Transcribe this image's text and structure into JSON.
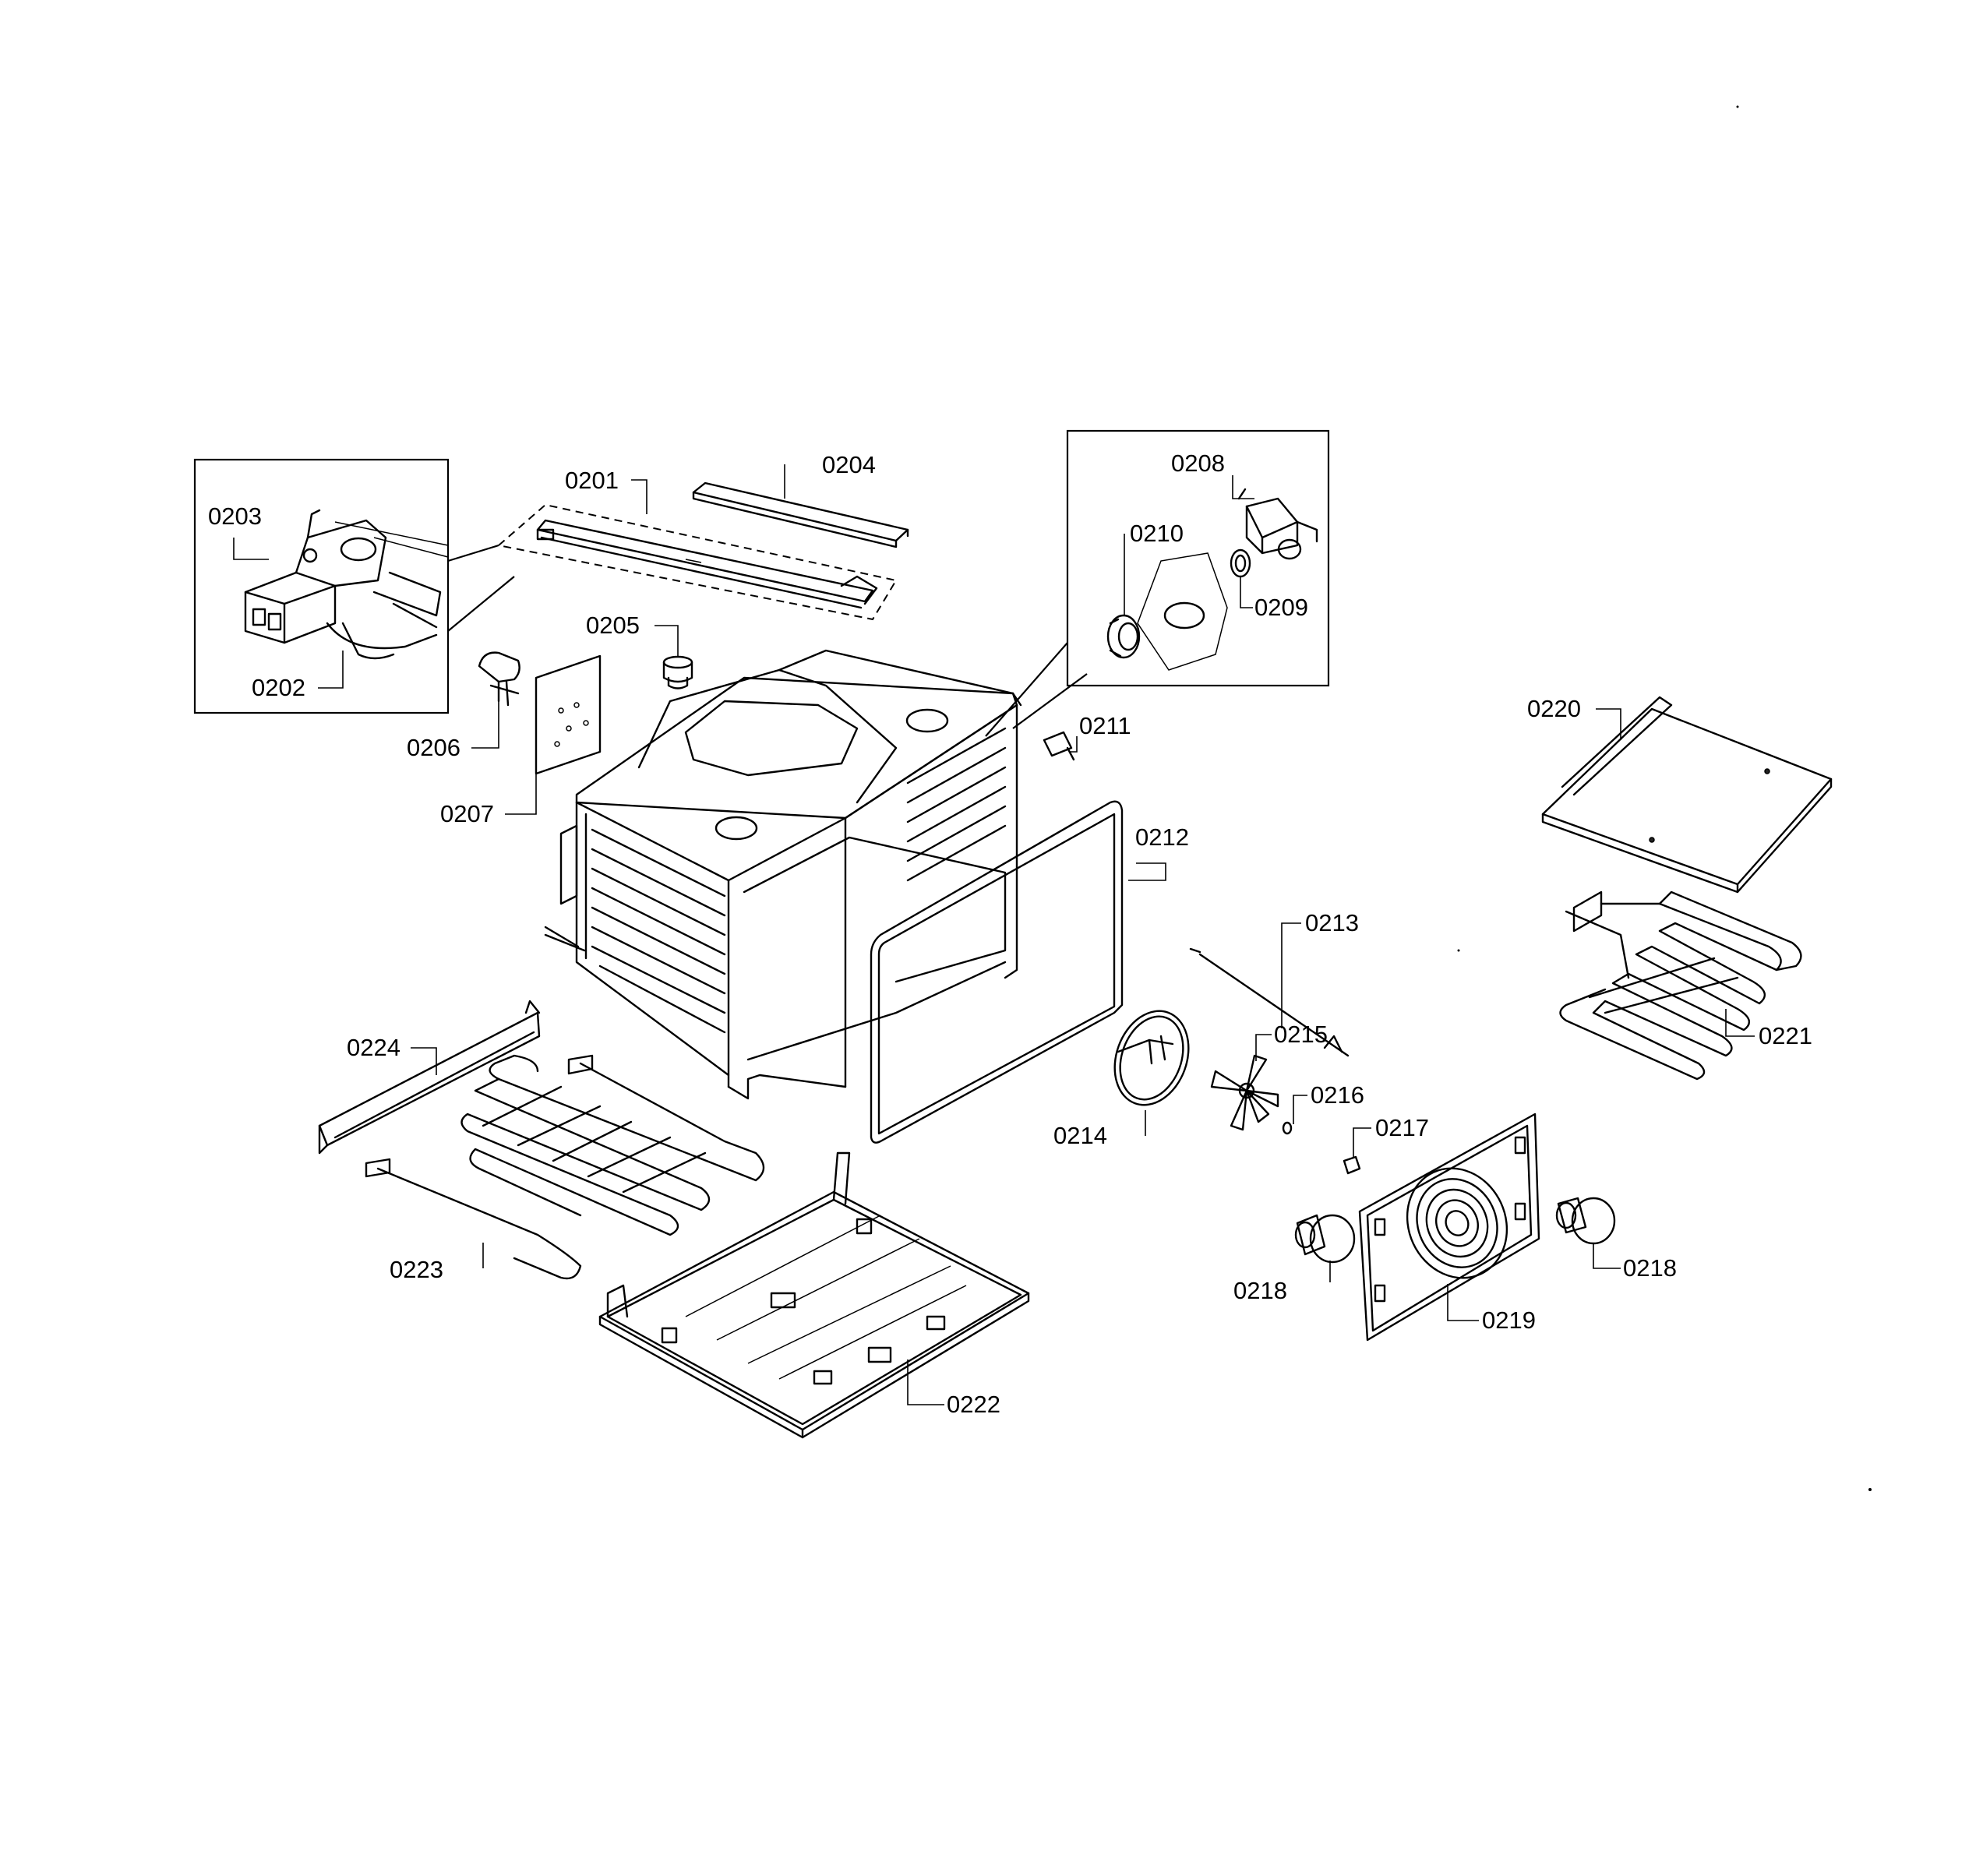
{
  "diagram": {
    "type": "exploded-parts-diagram",
    "labels": {
      "p0201": "0201",
      "p0202": "0202",
      "p0203": "0203",
      "p0204": "0204",
      "p0205": "0205",
      "p0206": "0206",
      "p0207": "0207",
      "p0208": "0208",
      "p0209": "0209",
      "p0210": "0210",
      "p0211": "0211",
      "p0212": "0212",
      "p0213": "0213",
      "p0214": "0214",
      "p0215": "0215",
      "p0216": "0216",
      "p0217": "0217",
      "p0218a": "0218",
      "p0218b": "0218",
      "p0219": "0219",
      "p0220": "0220",
      "p0221": "0221",
      "p0222": "0222",
      "p0223": "0223",
      "p0224": "0224"
    }
  }
}
